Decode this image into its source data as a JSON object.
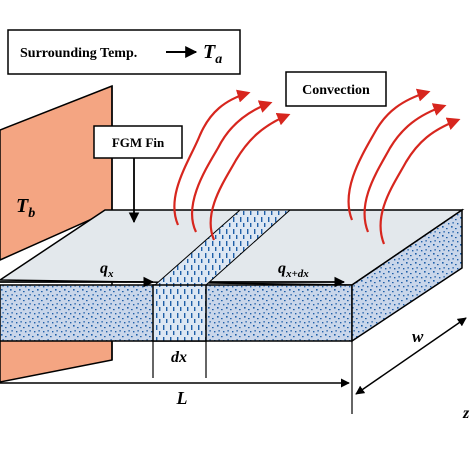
{
  "legend_box": {
    "text": "Surrounding Temp.",
    "symbol": "T",
    "subscript": "a"
  },
  "convection_box": {
    "text": "Convection"
  },
  "fin_label": {
    "text": "FGM Fin"
  },
  "base_temp": {
    "symbol": "T",
    "subscript": "b"
  },
  "heat_in": {
    "symbol": "q",
    "subscript": "x"
  },
  "heat_out": {
    "symbol": "q",
    "subscript": "x+dx"
  },
  "element": {
    "label": "dx"
  },
  "dims": {
    "length": "L",
    "width": "w",
    "partial_label": "z"
  },
  "colors": {
    "wall_fill": "#f4a582",
    "wall_side": "#e8896a",
    "top_face": "#e3e8ec",
    "side_face": "#c9d6ea",
    "speckle": "#1f5fa8",
    "slice": "#dde7f3",
    "convection": "#d7261e",
    "line": "#000000"
  }
}
